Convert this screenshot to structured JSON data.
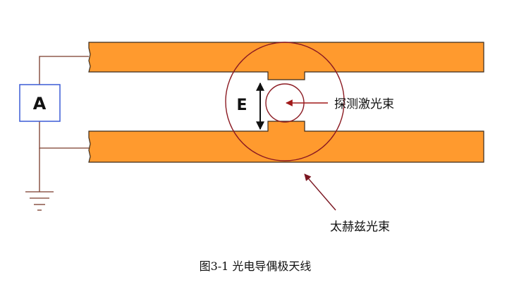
{
  "labels": {
    "ammeter": "A",
    "field": "E",
    "probe_beam": "探测激光束",
    "thz_beam": "太赫兹光束"
  },
  "caption": "图3-1  光电导偶极天线",
  "colors": {
    "electrode": "#ff9a2e",
    "electrode_outline": "#3a2a1a",
    "wire": "#7a3a2a",
    "ammeter_box": "#3b5bd6",
    "circle": "#8b1a22",
    "arrow_probe": "#a01818",
    "arrow_thz": "#7a1520",
    "field_arrow": "#111111"
  }
}
